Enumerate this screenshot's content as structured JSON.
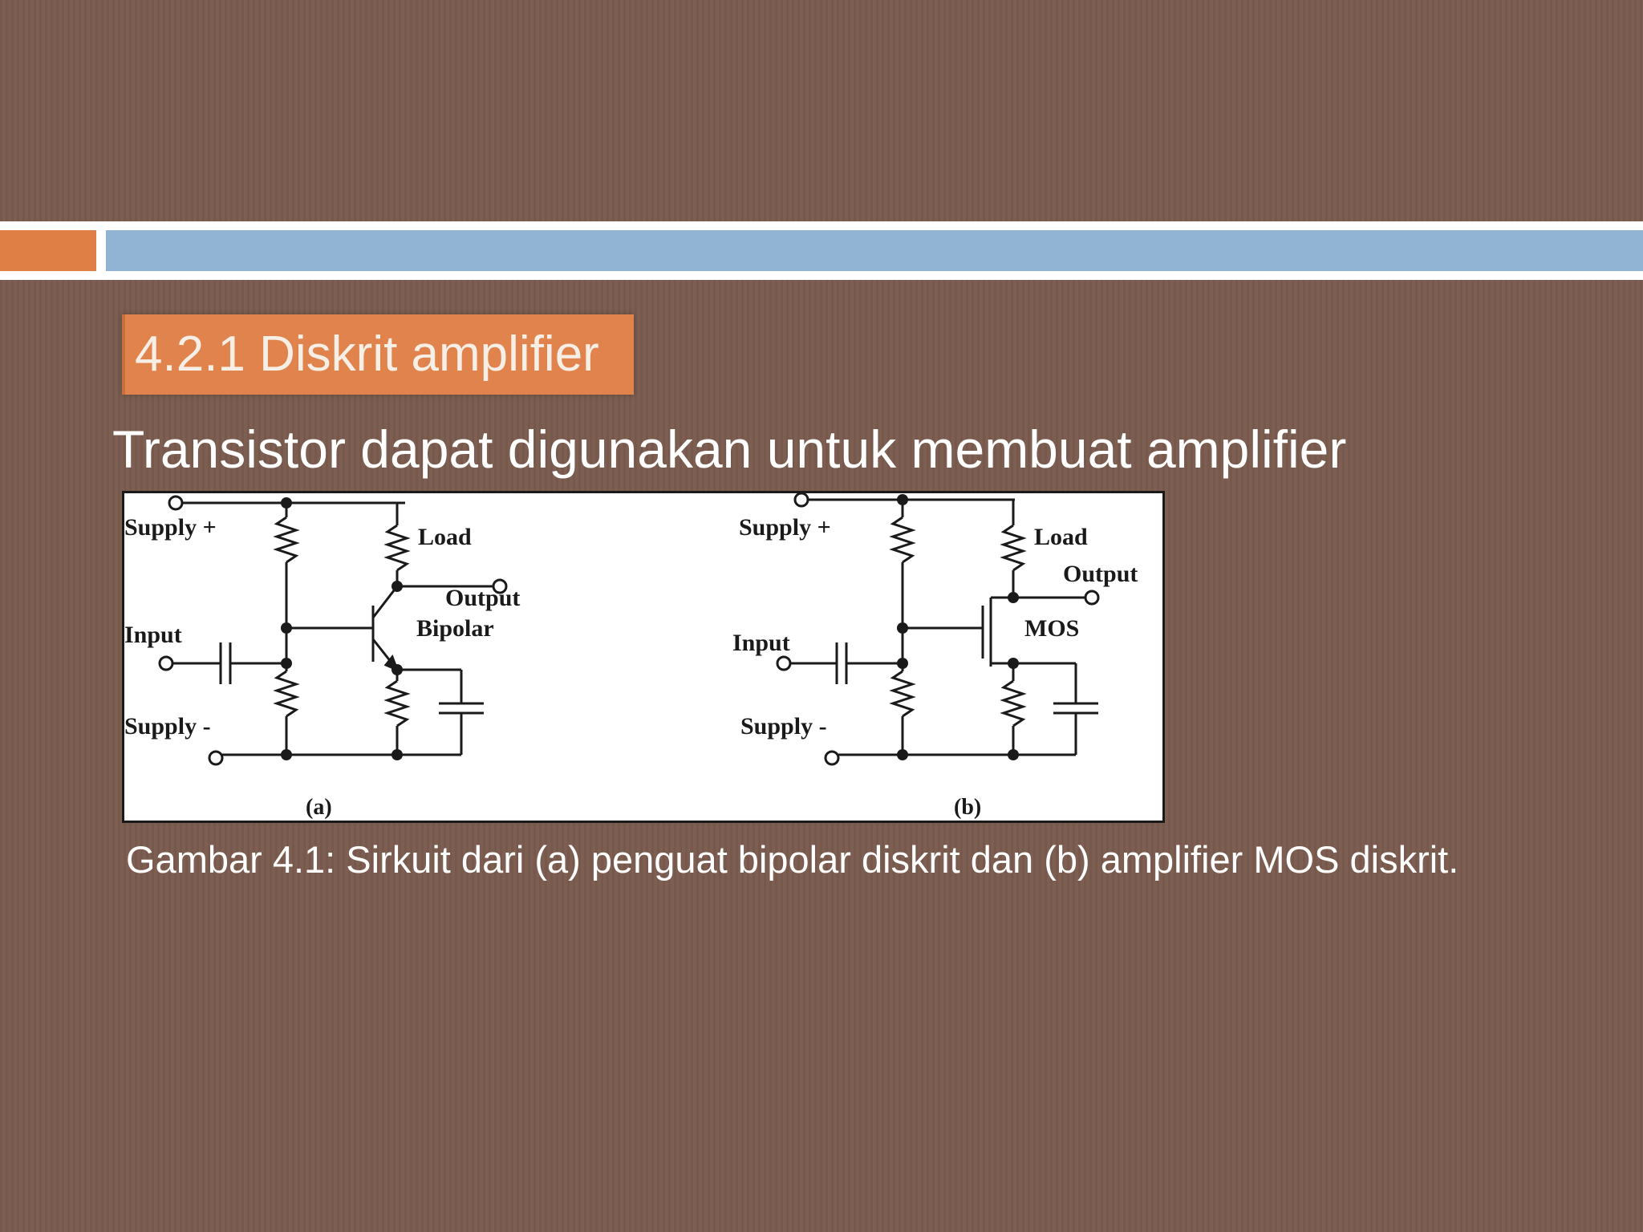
{
  "header": {
    "section_title": "4.2.1 Diskrit amplifier"
  },
  "body": {
    "intro_text": "Transistor dapat digunakan untuk membuat amplifier"
  },
  "figure": {
    "panel_a": {
      "supply_plus": "Supply +",
      "load": "Load",
      "output": "Output",
      "device": "Bipolar",
      "input": "Input",
      "supply_minus": "Supply -",
      "label": "(a)"
    },
    "panel_b": {
      "supply_plus": "Supply +",
      "load": "Load",
      "output": "Output",
      "device": "MOS",
      "input": "Input",
      "supply_minus": "Supply -",
      "label": "(b)"
    },
    "caption": "Gambar 4.1: Sirkuit dari (a) penguat bipolar diskrit dan (b) amplifier MOS diskrit."
  }
}
